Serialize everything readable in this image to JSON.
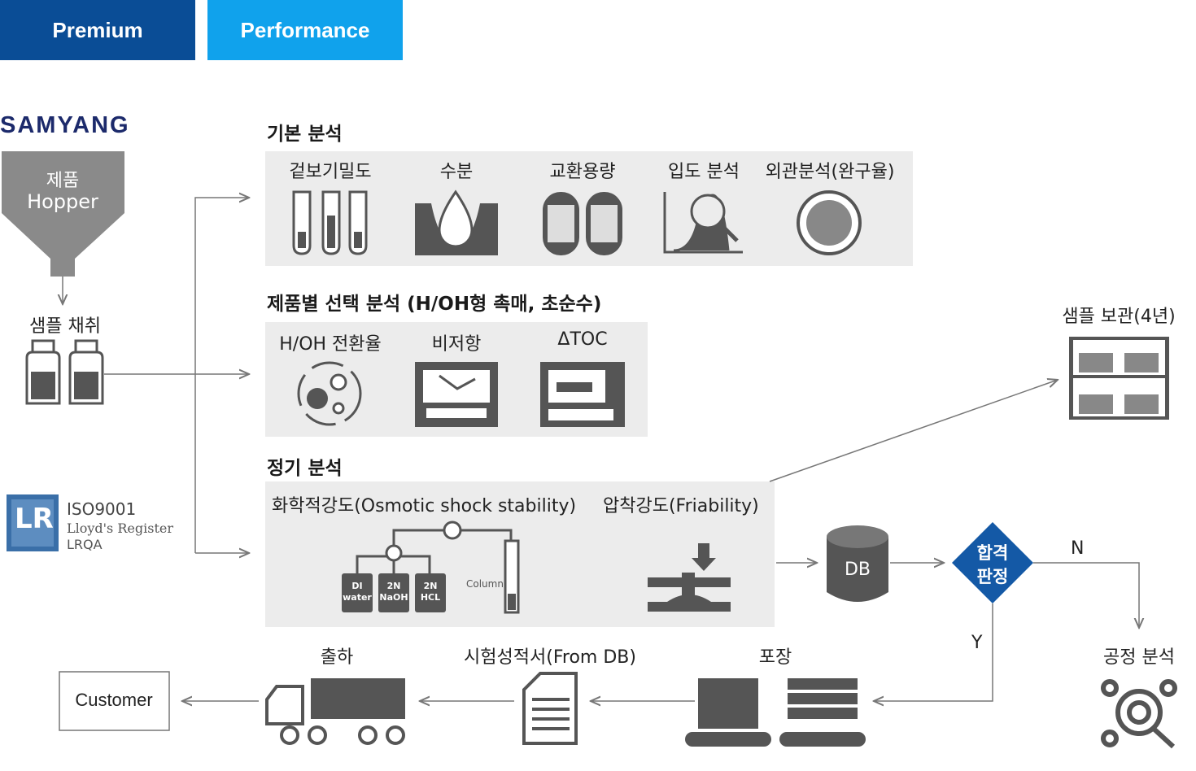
{
  "tabs": [
    {
      "label": "Premium",
      "color": "#0a4d96"
    },
    {
      "label": "Performance",
      "color": "#10a2ec"
    }
  ],
  "brand": {
    "logo_text": "SAMYANG",
    "logo_color": "#1c2a6b"
  },
  "hopper": {
    "line1": "제품",
    "line2": "Hopper"
  },
  "sampling_label": "샘플 채취",
  "iso": {
    "line1": "ISO9001",
    "line2": "Lloyd's Register",
    "line3": "LRQA",
    "logo": "LR"
  },
  "sections": {
    "basic": {
      "title": "기본 분석",
      "items": [
        "겉보기밀도",
        "수분",
        "교환용량",
        "입도 분석",
        "외관분석(완구율)"
      ]
    },
    "selective": {
      "title": "제품별 선택 분석 (H/OH형 촉매, 초순수)",
      "items": [
        "H/OH 전환율",
        "비저항",
        "ΔTOC"
      ]
    },
    "periodic": {
      "title": "정기 분석",
      "items": [
        "화학적강도(Osmotic shock stability)",
        "압착강도(Friability)"
      ],
      "bottles": [
        {
          "line1": "DI",
          "line2": "water"
        },
        {
          "line1": "2N",
          "line2": "NaOH"
        },
        {
          "line1": "2N",
          "line2": "HCL"
        }
      ],
      "column_label": "Column"
    }
  },
  "storage_label": "샘플 보관(4년)",
  "db_label": "DB",
  "decision": {
    "line1": "합격",
    "line2": "판정",
    "color": "#1459a6",
    "no": "N",
    "yes": "Y"
  },
  "process_label": "공정 분석",
  "flow": {
    "packaging": "포장",
    "certificate": "시험성적서(From DB)",
    "shipping": "출하",
    "customer": "Customer"
  },
  "colors": {
    "icon": "#555555",
    "panel": "#ececec",
    "arrow": "#777777"
  }
}
